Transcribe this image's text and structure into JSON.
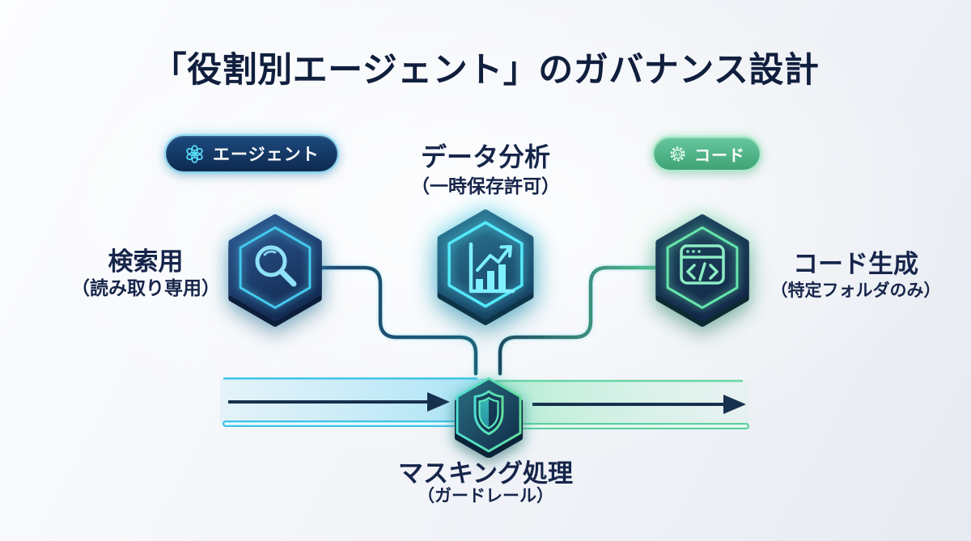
{
  "title": "「役割別エージェント」のガバナンス設計",
  "badges": {
    "agent": {
      "label": "エージェント",
      "icon": "openai-logo"
    },
    "code": {
      "label": "コード",
      "icon": "ai-gear",
      "icon_text": "AI"
    }
  },
  "nodes": {
    "search": {
      "title": "検索用",
      "subtitle": "（読み取り専用）",
      "icon": "magnifier"
    },
    "analysis": {
      "title": "データ分析",
      "subtitle": "（一時保存許可）",
      "icon": "bar-chart-trend"
    },
    "codegen": {
      "title": "コード生成",
      "subtitle": "（特定フォルダのみ）",
      "icon": "code-window"
    },
    "masking": {
      "title": "マスキング処理",
      "subtitle": "（ガードレール）",
      "icon": "shield"
    }
  },
  "colors": {
    "title_text": "#111f3e",
    "label_text": "#16254a",
    "cyan_neon": "#4ddcf5",
    "teal_line": "#3cc3e6",
    "green_neon": "#63e0a8",
    "green_line": "#5ad1a0",
    "arrow_navy": "#17304e",
    "agent_badge_bg": "#12305a",
    "code_badge_bg": "#4fb389",
    "hex_navy": "#16315a",
    "hex_teal": "#1d5f7e"
  }
}
